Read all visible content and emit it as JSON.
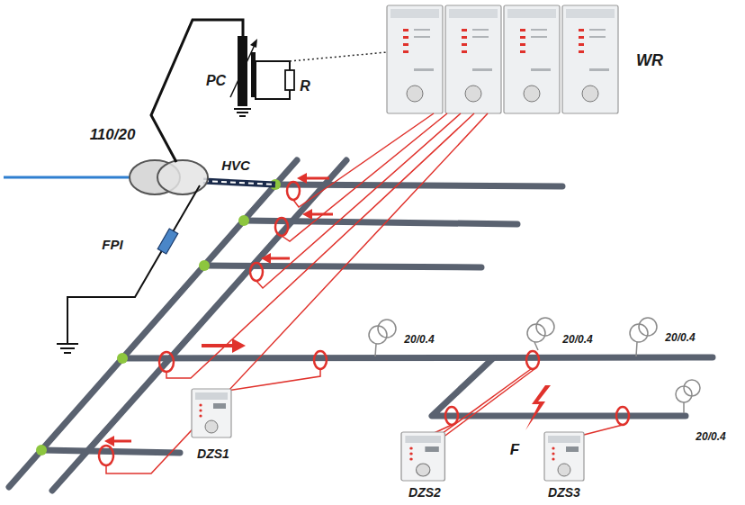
{
  "diagram": {
    "labels": [
      "WR",
      "PC",
      "R",
      "110/20",
      "HVC",
      "FPI",
      "20/0.4",
      "20/0.4",
      "20/0.4",
      "20/0.4",
      "F",
      "DZS1",
      "DZS2",
      "DZS3"
    ]
  }
}
